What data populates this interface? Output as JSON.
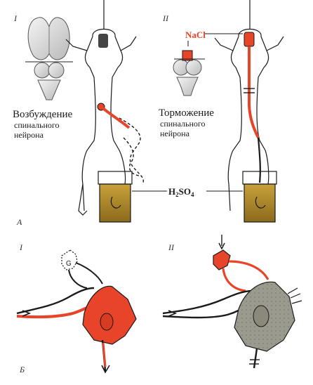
{
  "panel_a": {
    "label": "А",
    "left": {
      "numeral": "I",
      "title": "Возбуждение",
      "subtitle_line1": "спинального",
      "subtitle_line2": "нейрона"
    },
    "right": {
      "numeral": "II",
      "title": "Торможение",
      "subtitle_line1": "спинального",
      "subtitle_line2": "нейрона",
      "salt_label": "NaCl"
    },
    "acid_label": {
      "prefix": "H",
      "sub1": "2",
      "mid": "SO",
      "sub2": "4"
    }
  },
  "panel_b": {
    "label": "Б",
    "left_numeral": "I",
    "right_numeral": "II"
  },
  "colors": {
    "excitation": "#e8442a",
    "acid": "#b08a2a",
    "inhibited_cell": "#9b9a8e",
    "ink": "#1a1a1a"
  }
}
